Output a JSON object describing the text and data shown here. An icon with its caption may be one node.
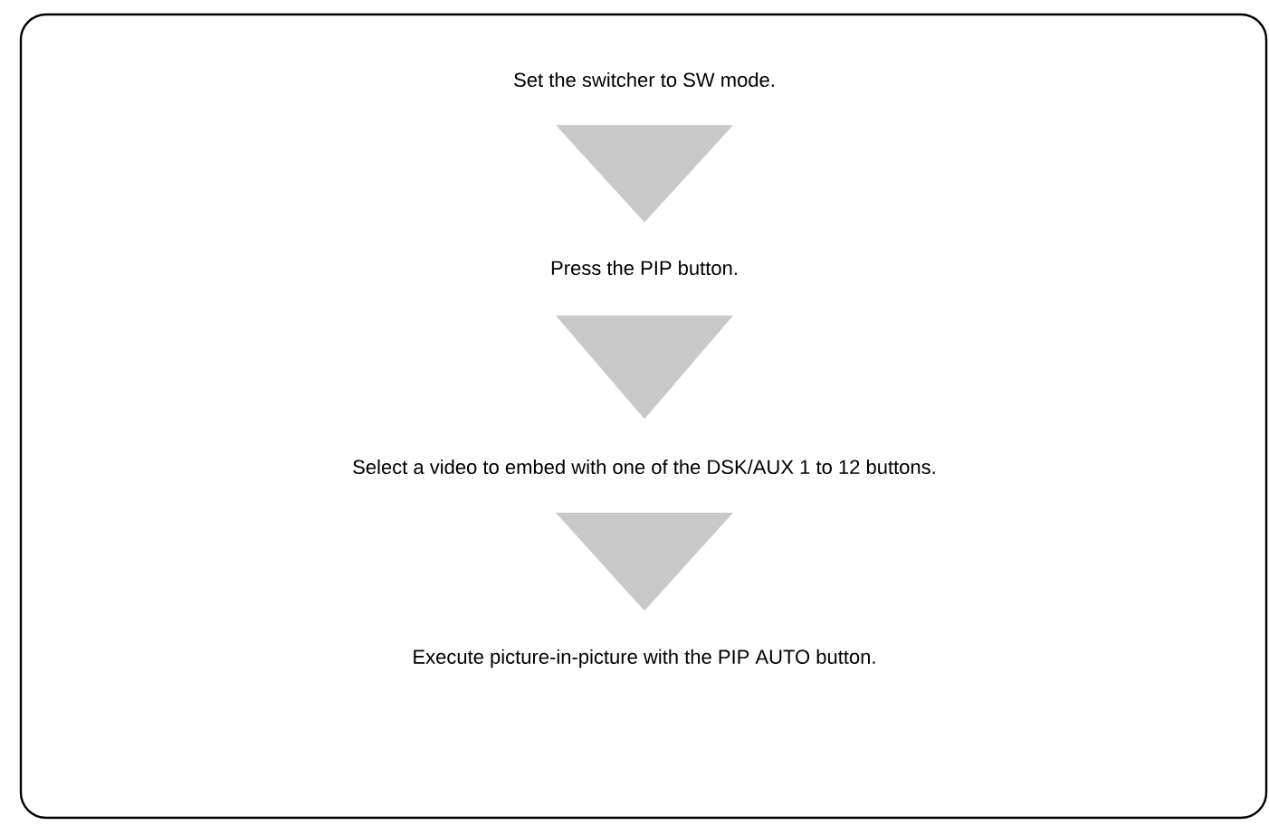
{
  "diagram": {
    "nodes": [
      {
        "text": [],
        "shape": "box"
      },
      {
        "text": [
          "Set the switcher to SW mode."
        ],
        "in": 0
      },
      {
        "text": [
          "Press the PIP button."
        ],
        "in": 0
      },
      {
        "text": [
          "Select a video to embed with one of the DSK/AUX 1 to 12 buttons."
        ],
        "in": 0
      },
      {
        "text": [
          "Execute picture-in-picture with the PIP AUTO button."
        ],
        "in": 0
      }
    ],
    "edges": [
      {
        "from": 1,
        "to": 2,
        "arrow": "to"
      },
      {
        "from": 2,
        "to": 3,
        "arrow": "to"
      },
      {
        "from": 3,
        "to": 4,
        "arrow": "to"
      }
    ]
  }
}
